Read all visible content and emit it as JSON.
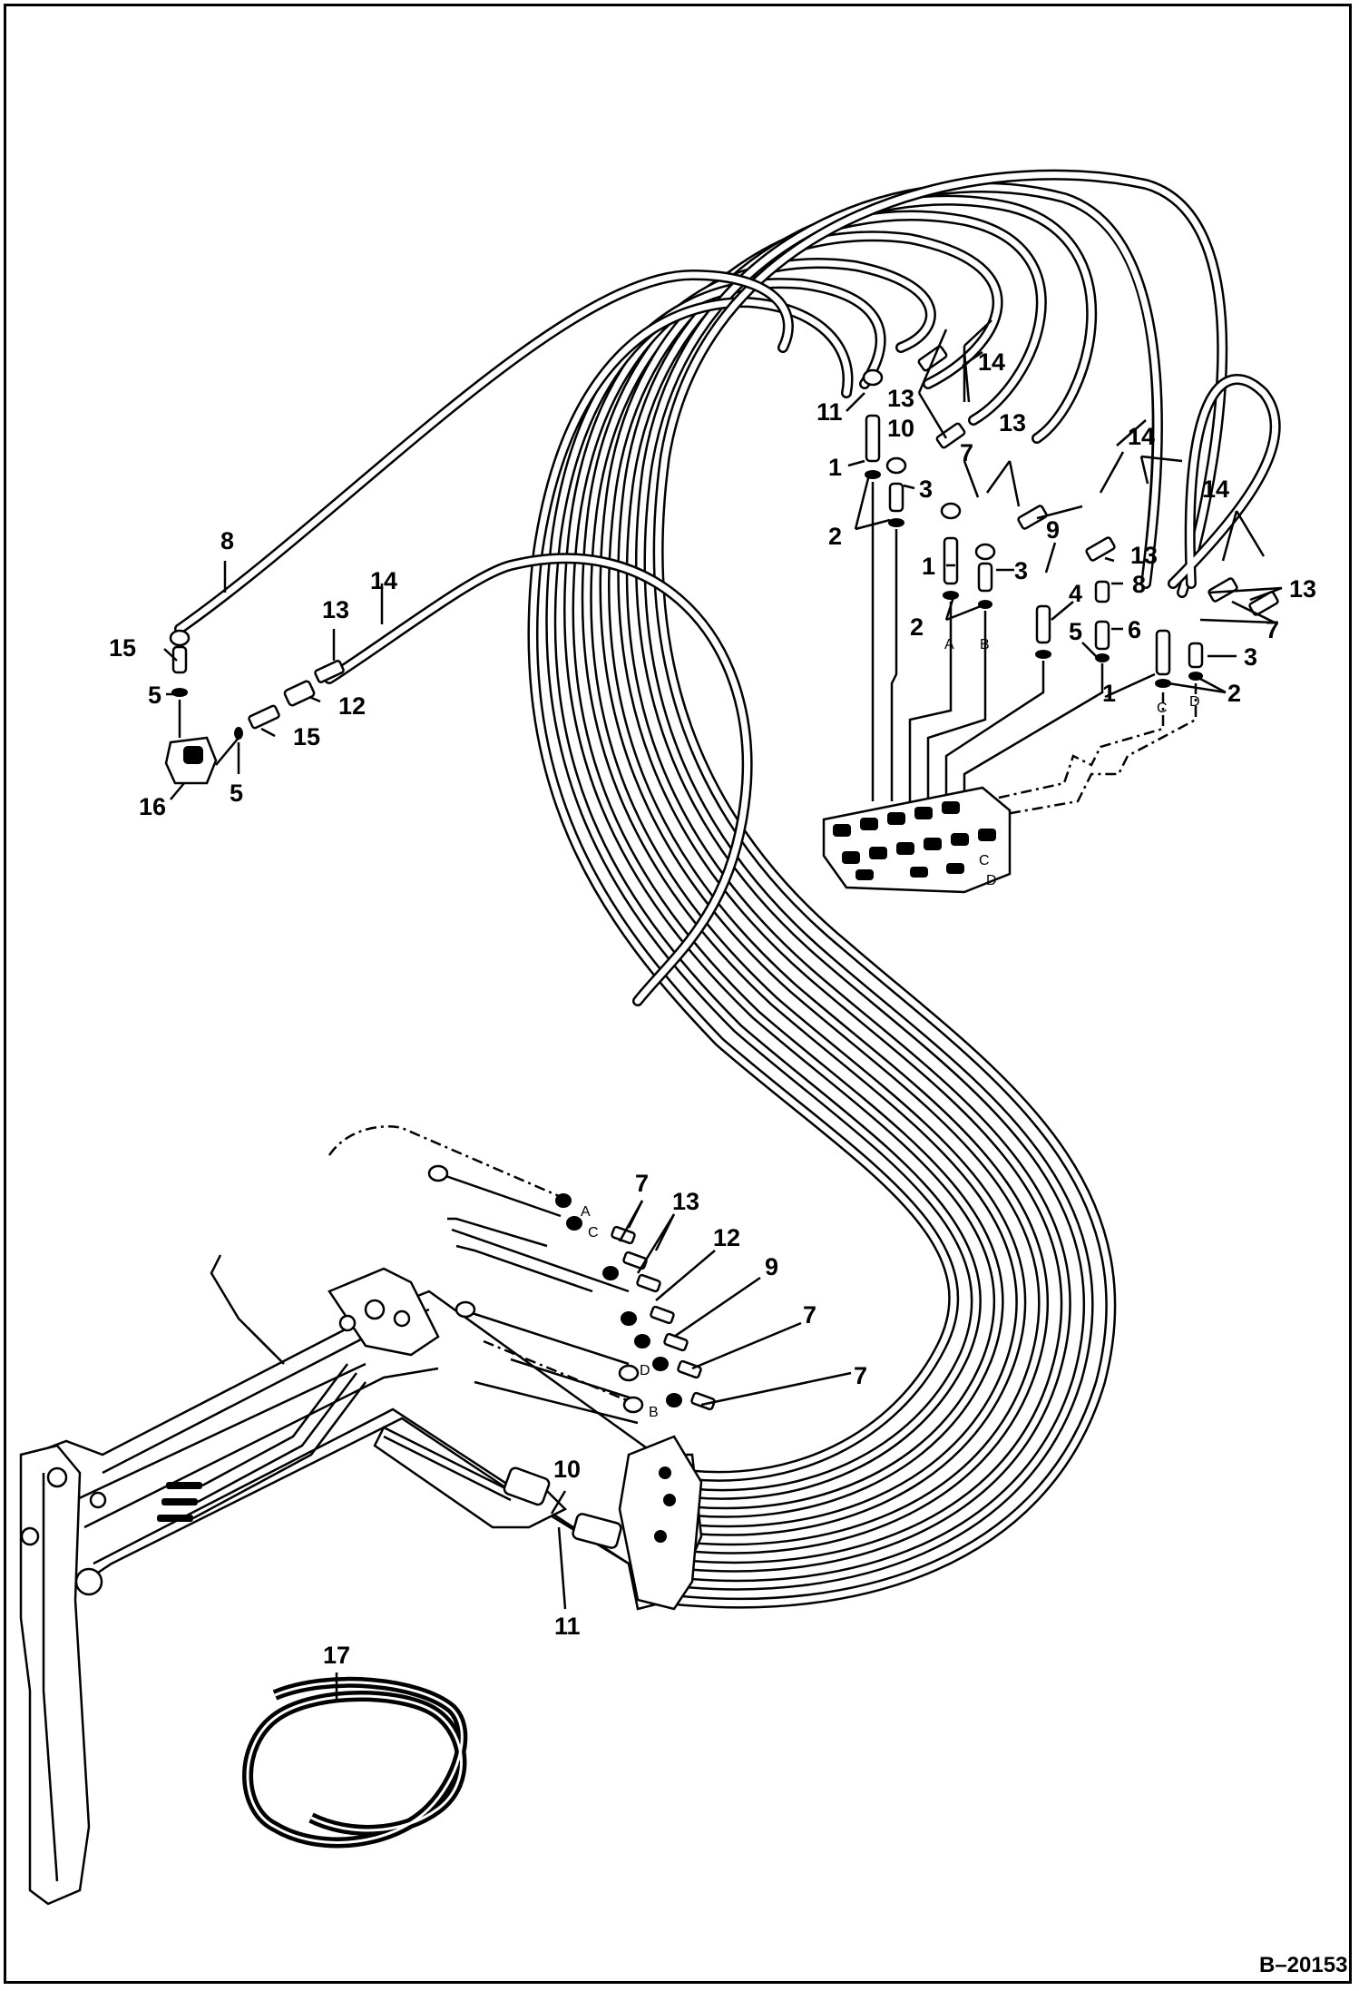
{
  "figure": {
    "code": "B–20153",
    "callouts": {
      "c1a": "1",
      "c1b": "1",
      "c1c": "1",
      "c2a": "2",
      "c2b": "2",
      "c2c": "2",
      "c3a": "3",
      "c3b": "3",
      "c3c": "3",
      "c4": "4",
      "c5a": "5",
      "c5b": "5",
      "c5c": "5",
      "c6": "6",
      "c7a": "7",
      "c7b": "7",
      "c7c": "7",
      "c7d": "7",
      "c7e": "7",
      "c8a": "8",
      "c8b": "8",
      "c9a": "9",
      "c9b": "9",
      "c10a": "10",
      "c10b": "10",
      "c11a": "11",
      "c11b": "11",
      "c12a": "12",
      "c12b": "12",
      "c13a": "13",
      "c13b": "13",
      "c13c": "13",
      "c13d": "13",
      "c13e": "13",
      "c14a": "14",
      "c14b": "14",
      "c14c": "14",
      "c14d": "14",
      "c15a": "15",
      "c15b": "15",
      "c16": "16",
      "c17": "17"
    },
    "ports": {
      "valve_a": "A",
      "valve_b": "B",
      "valve_c": "C",
      "valve_d": "D",
      "boom_a": "A",
      "boom_b": "B",
      "boom_c": "C",
      "boom_d": "D",
      "block_c": "C",
      "block_d": "D"
    }
  }
}
